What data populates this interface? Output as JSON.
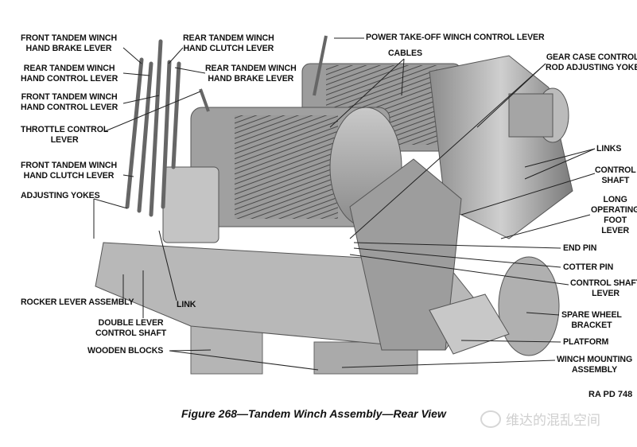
{
  "figure": {
    "caption": "Figure 268—Tandem Winch Assembly—Rear View",
    "reference": "RA PD 748",
    "watermark": "维达的混乱空间"
  },
  "labels": {
    "front_brake": [
      "FRONT TANDEM WINCH",
      "HAND BRAKE LEVER"
    ],
    "rear_control": [
      "REAR TANDEM WINCH",
      "HAND CONTROL LEVER"
    ],
    "front_control": [
      "FRONT TANDEM WINCH",
      "HAND CONTROL LEVER"
    ],
    "throttle": [
      "THROTTLE CONTROL",
      "LEVER"
    ],
    "front_clutch": [
      "FRONT TANDEM WINCH",
      "HAND CLUTCH LEVER"
    ],
    "adjusting_yokes": "ADJUSTING YOKES",
    "rocker": "ROCKER LEVER ASSEMBLY",
    "link": "LINK",
    "double_lever": [
      "DOUBLE LEVER",
      "CONTROL SHAFT"
    ],
    "wooden_blocks": "WOODEN BLOCKS",
    "rear_clutch": [
      "REAR TANDEM WINCH",
      "HAND CLUTCH LEVER"
    ],
    "rear_brake": [
      "REAR TANDEM WINCH",
      "HAND BRAKE LEVER"
    ],
    "pto": "POWER TAKE-OFF WINCH CONTROL LEVER",
    "cables": "CABLES",
    "gear_case": [
      "GEAR CASE CONTROL",
      "ROD ADJUSTING YOKE"
    ],
    "links": "LINKS",
    "control_shaft": [
      "CONTROL",
      "SHAFT"
    ],
    "foot_lever": [
      "LONG",
      "OPERATING",
      "FOOT",
      "LEVER"
    ],
    "end_pin": "END PIN",
    "cotter_pin": "COTTER PIN",
    "control_shaft_lever": [
      "CONTROL SHAFT",
      "LEVER"
    ],
    "spare_wheel": [
      "SPARE WHEEL",
      "BRACKET"
    ],
    "platform": "PLATFORM",
    "mounting": [
      "WINCH MOUNTING",
      "ASSEMBLY"
    ]
  }
}
